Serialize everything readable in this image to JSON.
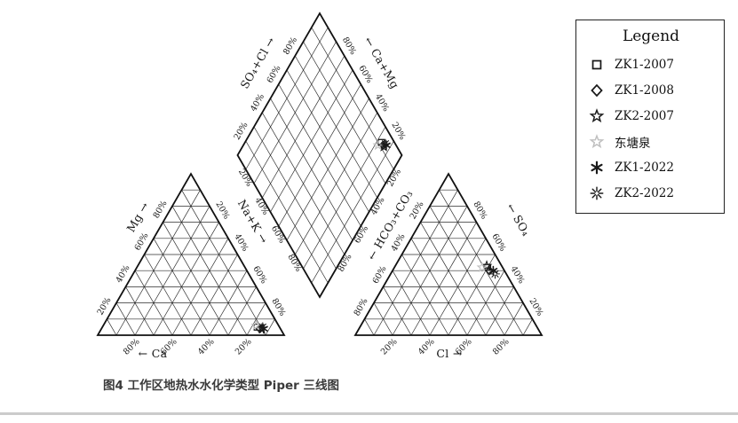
{
  "figure": {
    "caption": "图4 工作区地热水水化学类型 Piper 三线图"
  },
  "legend": {
    "title": "Legend"
  },
  "chart_data": {
    "type": "piper-trilinear",
    "axes": {
      "cation": {
        "left": "Mg",
        "bottom": "Ca"
      },
      "anion": {
        "right": "SO₄",
        "bottom": "Cl"
      },
      "diamond": {
        "upper_left": "SO₄+Cl",
        "upper_right": "Ca+Mg",
        "lower_left": "Na+K",
        "lower_right": "HCO₃+CO₃"
      }
    },
    "tick_percents": [
      20,
      40,
      60,
      80
    ],
    "grid_step_percent": 10,
    "colors": {
      "line": "#111111",
      "grid": "#2c2c2c",
      "gray_series": "#bfbfbf"
    },
    "series": [
      {
        "name": "ZK1-2007",
        "marker": "square",
        "color": "#1a1a1a",
        "cation_pct": {
          "Ca": 12,
          "Mg": 5,
          "Na_K": 83
        },
        "anion_pct": {
          "Cl": 50,
          "SO4": 42,
          "HCO3_CO3": 8
        }
      },
      {
        "name": "ZK1-2008",
        "marker": "diamond",
        "color": "#1a1a1a",
        "cation_pct": {
          "Ca": 11,
          "Mg": 4,
          "Na_K": 85
        },
        "anion_pct": {
          "Cl": 52,
          "SO4": 40,
          "HCO3_CO3": 8
        }
      },
      {
        "name": "ZK2-2007",
        "marker": "star",
        "color": "#1a1a1a",
        "cation_pct": {
          "Ca": 10,
          "Mg": 4,
          "Na_K": 86
        },
        "anion_pct": {
          "Cl": 49,
          "SO4": 43,
          "HCO3_CO3": 8
        }
      },
      {
        "name": "东塘泉",
        "marker": "star",
        "color": "#bfbfbf",
        "cation_pct": {
          "Ca": 12,
          "Mg": 6,
          "Na_K": 82
        },
        "anion_pct": {
          "Cl": 47,
          "SO4": 42,
          "HCO3_CO3": 11
        }
      },
      {
        "name": "ZK1-2022",
        "marker": "asterisk",
        "color": "#1a1a1a",
        "cation_pct": {
          "Ca": 9,
          "Mg": 4,
          "Na_K": 87
        },
        "anion_pct": {
          "Cl": 54,
          "SO4": 40,
          "HCO3_CO3": 6
        }
      },
      {
        "name": "ZK2-2022",
        "marker": "burst",
        "color": "#1a1a1a",
        "cation_pct": {
          "Ca": 9,
          "Mg": 5,
          "Na_K": 86
        },
        "anion_pct": {
          "Cl": 56,
          "SO4": 38,
          "HCO3_CO3": 6
        }
      }
    ]
  }
}
